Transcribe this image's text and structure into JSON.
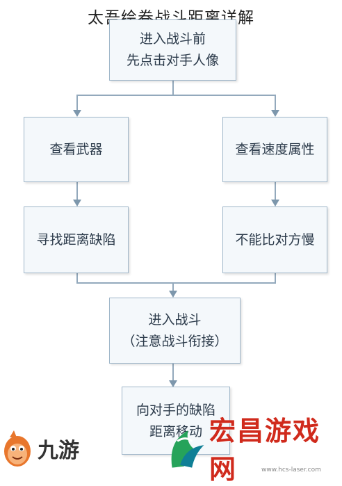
{
  "title": "太吾绘卷战斗距离详解",
  "nodes": {
    "start": [
      "进入战斗前",
      "先点击对手人像"
    ],
    "check_weapon": [
      "查看武器"
    ],
    "check_speed": [
      "查看速度属性"
    ],
    "find_gap": [
      "寻找距离缺陷"
    ],
    "compare": [
      "不能比对方慢"
    ],
    "enter_battle": [
      "进入战斗",
      "（注意战斗衔接）"
    ],
    "move": [
      "向对手的缺陷",
      "距离移动"
    ]
  },
  "watermarks": {
    "left_brand": "九游",
    "right_brand": "宏昌游戏网",
    "right_url": "www.hcs-laser.com"
  },
  "colors": {
    "box_fill": "#f4f8fb",
    "box_border": "#9fb6c9",
    "arrow": "#7d97ac",
    "brand_red": "#d02a1c"
  }
}
